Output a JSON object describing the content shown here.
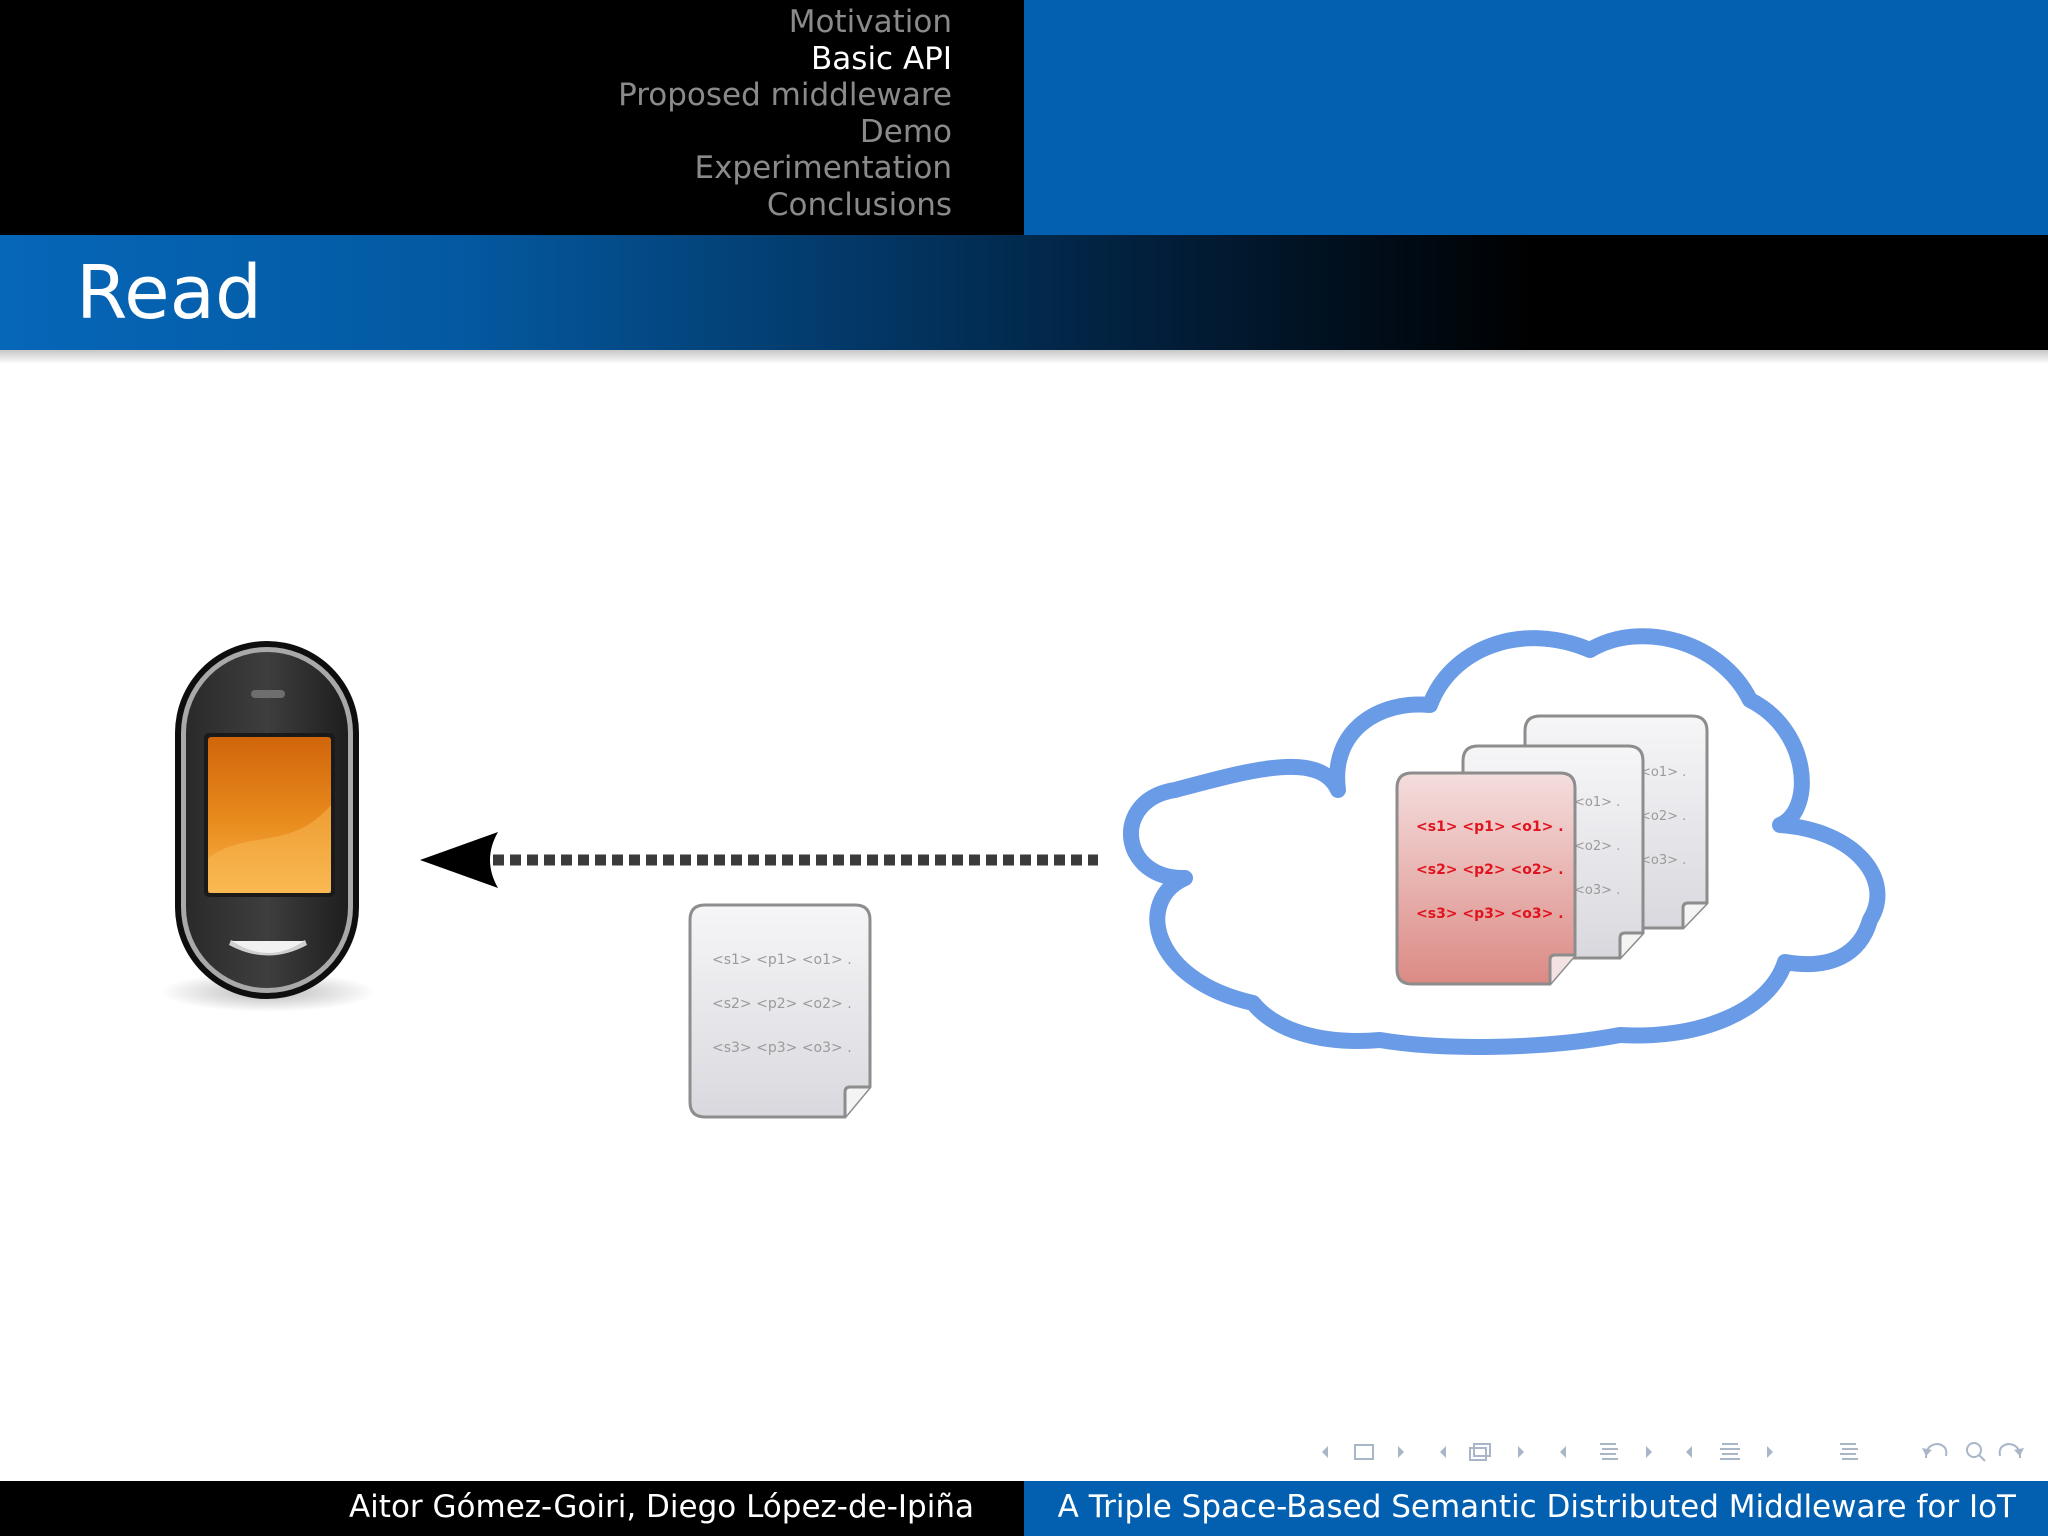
{
  "nav": {
    "sections": [
      "Motivation",
      "Basic API",
      "Proposed middleware",
      "Demo",
      "Experimentation",
      "Conclusions"
    ],
    "active": "Basic API"
  },
  "frame": {
    "title": "Read"
  },
  "diagram": {
    "transferred_doc": [
      "<s1> <p1> <o1> .",
      "<s2> <p2> <o2> .",
      "<s3> <p3> <o3> ."
    ],
    "space_doc_front": [
      "<s1> <p1> <o1> .",
      "<s2> <p2> <o2> .",
      "<s3> <p3> <o3> ."
    ],
    "space_doc_middle": [
      "<o1> .",
      "<o2> .",
      "<o3> ."
    ],
    "space_doc_back": [
      "<o1> .",
      "<o2> .",
      "<o3> ."
    ]
  },
  "footer": {
    "authors": "Aitor Gómez-Goiri, Diego López-de-Ipiña",
    "talk_title": "A Triple Space-Based Semantic Distributed Middleware for IoT"
  },
  "colors": {
    "brand_blue": "#0360b0",
    "cloud_outline": "#6a9be6",
    "highlight_text": "#e0141e",
    "phone_screen": "#e8871a"
  },
  "icons": [
    "mobile-phone-icon",
    "cloud-icon",
    "document-icon",
    "arrow-left-icon",
    "first-slide-icon",
    "frame-prev-icon",
    "subsection-icon",
    "section-icon",
    "document-nav-icon",
    "search-icon"
  ]
}
